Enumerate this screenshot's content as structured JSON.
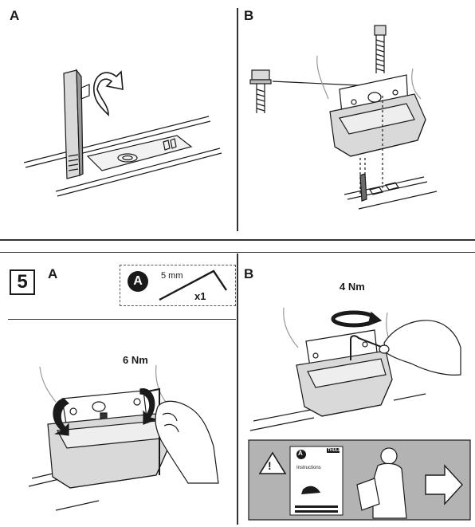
{
  "top": {
    "panel_a_label": "A",
    "panel_b_label": "B"
  },
  "step": {
    "number": "5",
    "panel_a_label": "A",
    "panel_b_label": "B",
    "tool": {
      "badge_letter": "A",
      "size": "5 mm",
      "quantity": "x1"
    },
    "panel_a_torque": "6 Nm",
    "panel_b_torque": "4 Nm"
  },
  "notice": {
    "warning_glyph": "!",
    "booklet_badge": "A",
    "booklet_title": "Instructions",
    "booklet_brand": "THULE",
    "icons": [
      "warning-icon",
      "instruction-booklet-icon",
      "reading-person-icon",
      "next-arrow-icon"
    ]
  },
  "colors": {
    "ink": "#1a1a1a",
    "notice_bg": "#b3b3b3",
    "part_gray": "#d9d9d9",
    "dark_gray": "#6b6b6b"
  }
}
